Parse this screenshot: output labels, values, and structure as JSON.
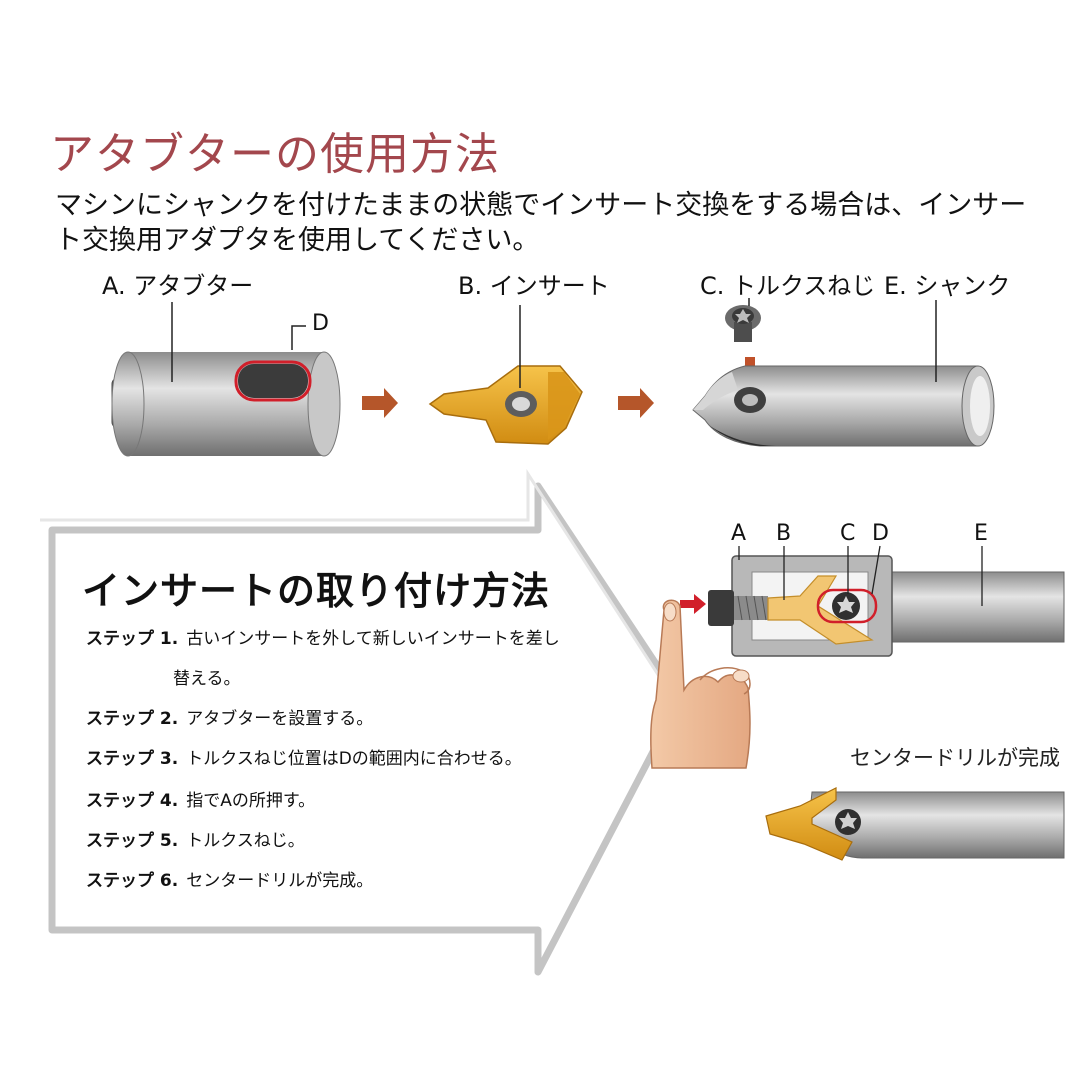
{
  "title": "アタブターの使用方法",
  "intro": "マシンにシャンクを付けたままの状態でインサート交換をする場合は、インサート交換用アダプタを使用してください。",
  "parts": {
    "adapter": "A. アタブター",
    "insert": "B. インサート",
    "screw": "C. トルクスねじ",
    "shank": "E. シャンク",
    "slot": "D"
  },
  "assembly_labels": [
    "A",
    "B",
    "C",
    "D",
    "E"
  ],
  "install": {
    "title": "インサートの取り付け方法",
    "steps": [
      {
        "num": "ステップ 1.",
        "text": "古いインサートを外して新しいインサートを差し",
        "cont": "替える。"
      },
      {
        "num": "ステップ 2.",
        "text": "アタブターを設置する。"
      },
      {
        "num": "ステップ 3.",
        "text": "トルクスねじ位置はDの範囲内に合わせる。"
      },
      {
        "num": "ステップ 4.",
        "text": "指でAの所押す。"
      },
      {
        "num": "ステップ 5.",
        "text": "トルクスねじ。"
      },
      {
        "num": "ステップ 6.",
        "text": "センタードリルが完成。"
      }
    ]
  },
  "complete_label": "センタードリルが完成",
  "colors": {
    "title": "#a3474d",
    "insert_gold": "#e8a628",
    "arrow": "#b5562a",
    "highlight": "#d11f2a"
  }
}
